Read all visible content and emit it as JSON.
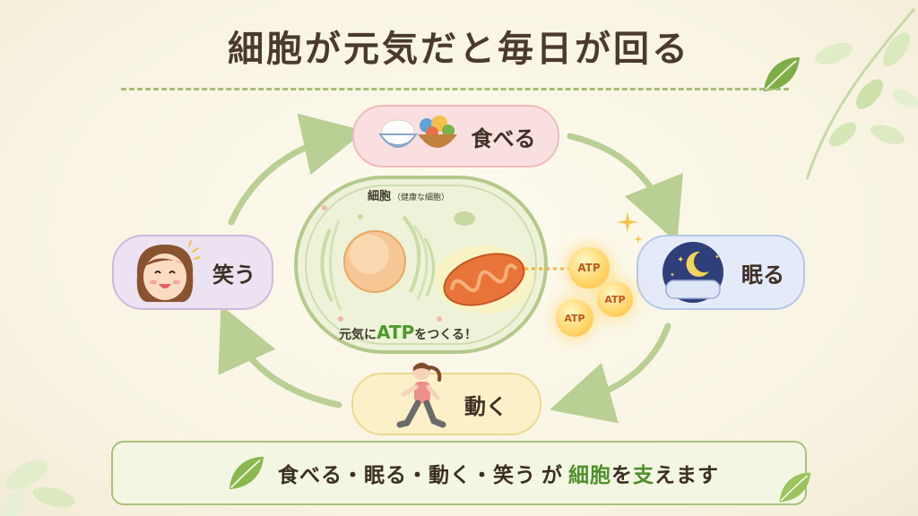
{
  "title": "細胞が元気だと毎日が回る",
  "cycle": {
    "eat": {
      "label": "食べる"
    },
    "sleep": {
      "label": "眠る"
    },
    "move": {
      "label": "動く"
    },
    "laugh": {
      "label": "笑う"
    }
  },
  "cell": {
    "label": "細胞",
    "sublabel": "（健康な細胞）",
    "caption_pre": "元気に",
    "caption_atp": "ATP",
    "caption_post": "をつくる！"
  },
  "atp_bubbles": [
    "ATP",
    "ATP",
    "ATP"
  ],
  "footer": {
    "part1": "食べる・眠る・動く・笑う",
    "part2": "が",
    "part3": "細胞",
    "part4": "を",
    "part5": "支",
    "part6": "えます"
  },
  "colors": {
    "eat_bg": "#f9dfdf",
    "sleep_bg": "#e4eaf8",
    "move_bg": "#fbf0c8",
    "laugh_bg": "#ece2f1",
    "arrow": "#b9cf94",
    "accent_green": "#4f8f2b"
  },
  "icons": {
    "eat": "rice-bowl-icon",
    "sleep": "moon-pillow-icon",
    "move": "running-girl-icon",
    "laugh": "smiling-face-icon",
    "decor": "leaf-icon"
  }
}
